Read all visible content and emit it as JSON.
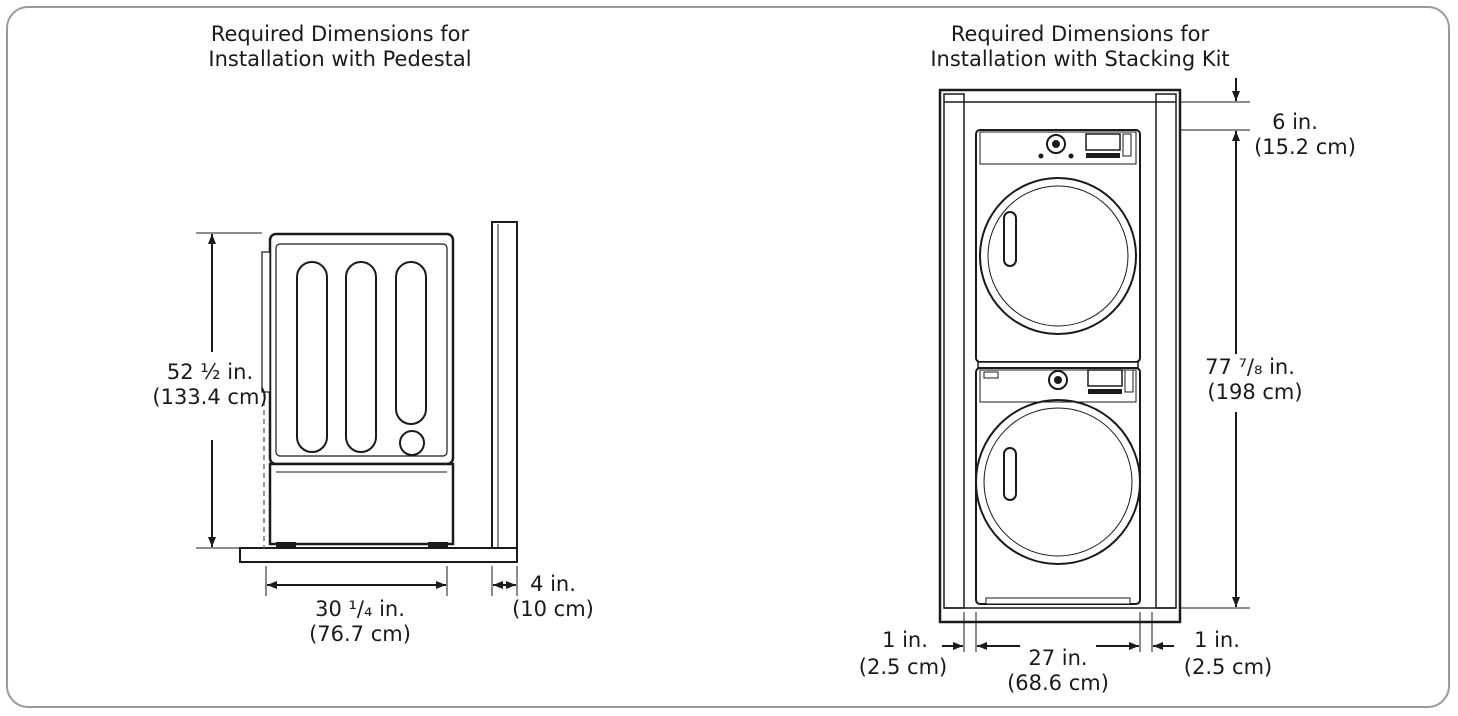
{
  "pedestal": {
    "title_line1": "Required Dimensions for",
    "title_line2": "Installation with Pedestal",
    "height_in": "52 ½ in.",
    "height_cm": "(133.4 cm)",
    "depth_in": "30 ¹/₄ in.",
    "depth_cm": "(76.7 cm)",
    "clearance_in": "4 in.",
    "clearance_cm": "(10 cm)"
  },
  "stacking": {
    "title_line1": "Required Dimensions for",
    "title_line2": "Installation with Stacking Kit",
    "top_in": "6 in.",
    "top_cm": "(15.2 cm)",
    "height_in": "77 ⁷/₈ in.",
    "height_cm": "(198 cm)",
    "width_in": "27 in.",
    "width_cm": "(68.6 cm)",
    "left_side_in": "1 in.",
    "left_side_cm": "(2.5 cm)",
    "right_side_in": "1 in.",
    "right_side_cm": "(2.5 cm)"
  }
}
